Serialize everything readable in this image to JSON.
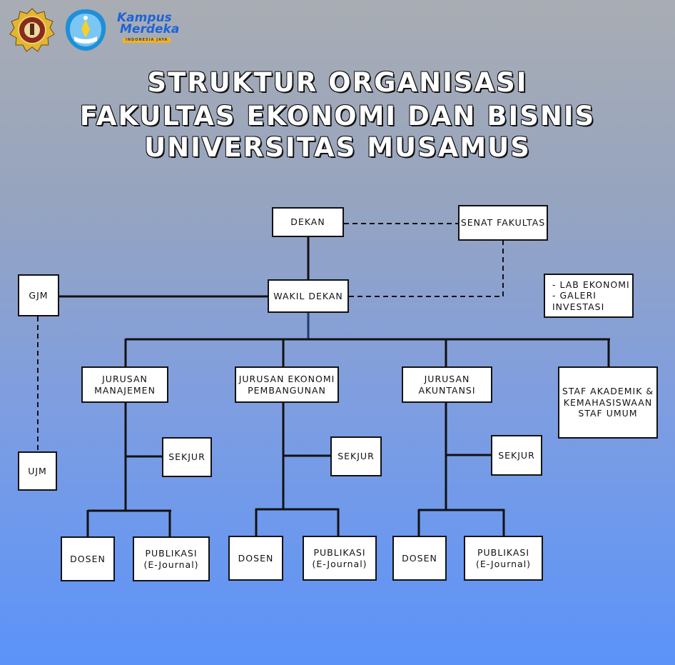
{
  "logos": {
    "university": "university-seal",
    "ministry": "tut-wuri-handayani-emblem",
    "kampus_merdeka": {
      "line1": "Kampus",
      "line2": "Merdeka",
      "tag": "INDONESIA JAYA"
    }
  },
  "title": {
    "line1": "STRUKTUR ORGANISASI",
    "line2": "FAKULTAS EKONOMI DAN BISNIS",
    "line3": "UNIVERSITAS MUSAMUS"
  },
  "nodes": {
    "dekan": "DEKAN",
    "senat": "SENAT FAKULTAS",
    "wakil": "WAKIL DEKAN",
    "gjm": "GJM",
    "ujm": "UJM",
    "lab": "- LAB EKONOMI\n- GALERI INVESTASI",
    "manajemen": "JURUSAN\nMANAJEMEN",
    "ekopem": "JURUSAN EKONOMI\nPEMBANGUNAN",
    "akuntansi": "JURUSAN\nAKUNTANSI",
    "staf": "STAF AKADEMIK &\nKEMAHASISWAAN\nSTAF UMUM",
    "sekjur": "SEKJUR",
    "dosen": "DOSEN",
    "publikasi": "PUBLIKASI\n(E-Journal)"
  },
  "colors": {
    "line": "#111111",
    "box_bg": "#ffffff",
    "bg_top": "#a9adb3",
    "bg_bottom": "#5b93f9"
  }
}
